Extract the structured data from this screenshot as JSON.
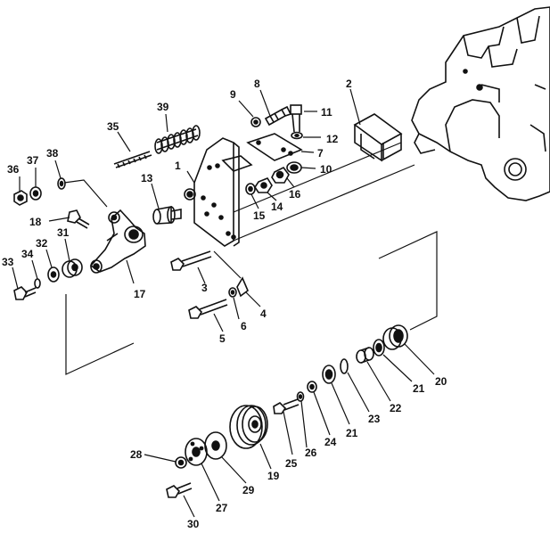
{
  "callouts": {
    "p1": "1",
    "p2": "2",
    "p3": "3",
    "p4": "4",
    "p5": "5",
    "p6": "6",
    "p7": "7",
    "p8": "8",
    "p9": "9",
    "p10": "10",
    "p11": "11",
    "p12": "12",
    "p13": "13",
    "p14": "14",
    "p15": "15",
    "p16": "16",
    "p17": "17",
    "p18": "18",
    "p19": "19",
    "p20": "20",
    "p21a": "21",
    "p21b": "21",
    "p22": "22",
    "p23": "23",
    "p24": "24",
    "p25": "25",
    "p26": "26",
    "p27": "27",
    "p28": "28",
    "p29": "29",
    "p30": "30",
    "p31": "31",
    "p32": "32",
    "p33": "33",
    "p34": "34",
    "p35": "35",
    "p36": "36",
    "p37": "37",
    "p38": "38",
    "p39": "39"
  }
}
